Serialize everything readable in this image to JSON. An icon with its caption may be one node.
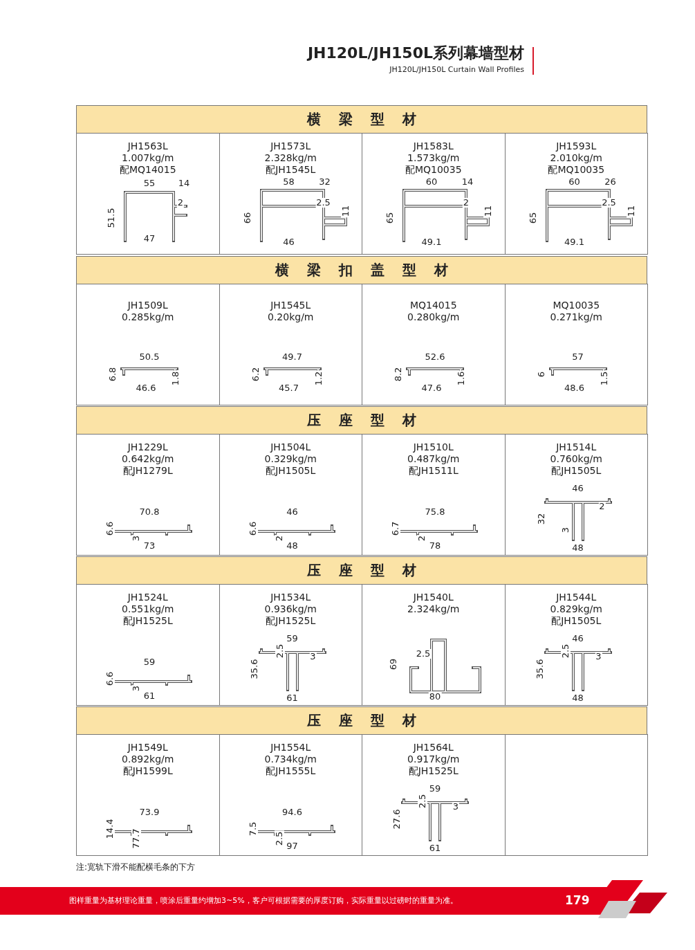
{
  "diagram": {
    "title": "JH120L/JH150L系列幕墙型材",
    "nodes": [
      {
        "text": [
          "横梁型材"
        ]
      },
      {
        "text": [
          "JH1563L",
          "1.007kg/m",
          "配MQ14015",
          "55",
          "14",
          "2",
          "51.5",
          "47"
        ]
      },
      {
        "text": [
          "JH1573L",
          "2.328kg/m",
          "配JH1545L",
          "58",
          "32",
          "2.5",
          "11",
          "66",
          "46"
        ]
      },
      {
        "text": [
          "JH1583L",
          "1.573kg/m",
          "配MQ10035",
          "60",
          "14",
          "2",
          "11",
          "65",
          "49.1"
        ]
      },
      {
        "text": [
          "JH1593L",
          "2.010kg/m",
          "配MQ10035",
          "60",
          "26",
          "2.5",
          "11",
          "65",
          "49.1"
        ]
      },
      {
        "text": [
          "横梁扣盖型材"
        ]
      },
      {
        "text": [
          "JH1509L",
          "0.285kg/m",
          "50.5",
          "6.8",
          "46.6",
          "1.8"
        ]
      },
      {
        "text": [
          "JH1545L",
          "0.20kg/m",
          "49.7",
          "6.2",
          "45.7",
          "1.2"
        ]
      },
      {
        "text": [
          "MQ14015",
          "0.280kg/m",
          "52.6",
          "8.2",
          "47.6",
          "1.6"
        ]
      },
      {
        "text": [
          "MQ10035",
          "0.271kg/m",
          "57",
          "6",
          "48.6",
          "1.5"
        ]
      },
      {
        "text": [
          "压座型材"
        ]
      },
      {
        "text": [
          "JH1229L",
          "0.642kg/m",
          "配JH1279L",
          "70.8",
          "6.6",
          "3",
          "73"
        ]
      },
      {
        "text": [
          "JH1504L",
          "0.329kg/m",
          "配JH1505L",
          "46",
          "6.6",
          "2",
          "48"
        ]
      },
      {
        "text": [
          "JH1510L",
          "0.487kg/m",
          "配JH1511L",
          "75.8",
          "6.7",
          "2",
          "78"
        ]
      },
      {
        "text": [
          "JH1514L",
          "0.760kg/m",
          "配JH1505L",
          "46",
          "2",
          "32",
          "3",
          "48"
        ]
      },
      {
        "text": [
          "压座型材"
        ]
      },
      {
        "text": [
          "JH1524L",
          "0.551kg/m",
          "配JH1525L",
          "59",
          "6.6",
          "3",
          "61"
        ]
      },
      {
        "text": [
          "JH1534L",
          "0.936kg/m",
          "配JH1525L",
          "59",
          "3",
          "35.6",
          "2.5",
          "61"
        ]
      },
      {
        "text": [
          "JH1540L",
          "2.324kg/m",
          "2.5",
          "69",
          "80"
        ]
      },
      {
        "text": [
          "JH1544L",
          "0.829kg/m",
          "配JH1505L",
          "46",
          "3",
          "35.6",
          "2.5",
          "48"
        ]
      },
      {
        "text": [
          "压座型材"
        ]
      },
      {
        "text": [
          "JH1549L",
          "0.892kg/m",
          "配JH1599L",
          "73.9",
          "14.4",
          "77.7"
        ]
      },
      {
        "text": [
          "JH1554L",
          "0.734kg/m",
          "配JH1555L",
          "94.6",
          "7.5",
          "2.5",
          "97"
        ]
      },
      {
        "text": [
          "JH1564L",
          "0.917kg/m",
          "配JH1525L",
          "59",
          "3",
          "27.6",
          "2.5",
          "61"
        ]
      },
      {
        "text": [],
        "shape": "box"
      }
    ],
    "labels": [
      "JH120L/JH150L Curtain Wall Profiles",
      "注:宽轨下滑不能配横毛条的下方",
      "图样重量为基材理论重量，喷涂后重量约增加3~5%，客户可根据需要的厚度订购，实际重量以过磅时的重量为准。",
      "179"
    ]
  }
}
